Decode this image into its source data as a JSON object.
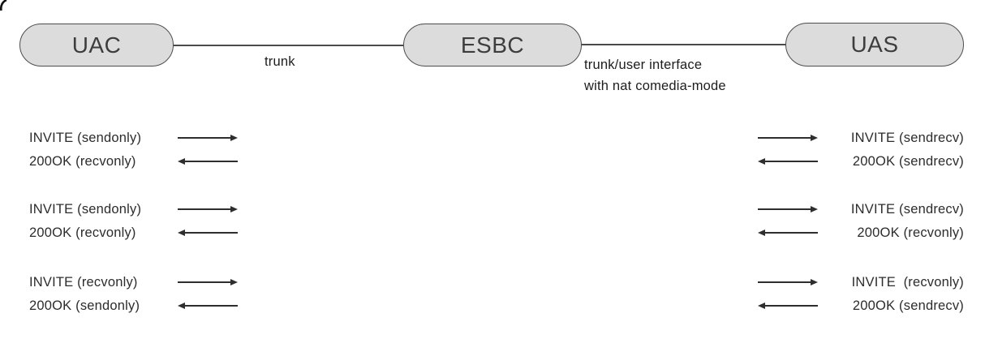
{
  "diagram": {
    "nodes": [
      {
        "id": "uac",
        "label": "UAC"
      },
      {
        "id": "esbc",
        "label": "ESBC"
      },
      {
        "id": "uas",
        "label": "UAS"
      }
    ],
    "links": [
      {
        "from": "UAC",
        "to": "ESBC",
        "label": "trunk"
      },
      {
        "from": "ESBC",
        "to": "UAS",
        "label_line1": "trunk/user interface",
        "label_line2": "with nat comedia-mode"
      }
    ],
    "left_messages": [
      {
        "label": "INVITE (sendonly)",
        "direction": "right"
      },
      {
        "label": "200OK (recvonly)",
        "direction": "left"
      },
      {
        "label": "INVITE (sendonly)",
        "direction": "right"
      },
      {
        "label": "200OK (recvonly)",
        "direction": "left"
      },
      {
        "label": "INVITE (recvonly)",
        "direction": "right"
      },
      {
        "label": "200OK (sendonly)",
        "direction": "left"
      }
    ],
    "right_messages": [
      {
        "label": "INVITE (sendrecv)",
        "direction": "right"
      },
      {
        "label": "200OK (sendrecv)",
        "direction": "left"
      },
      {
        "label": "INVITE (sendrecv)",
        "direction": "right"
      },
      {
        "label": "200OK (recvonly)",
        "direction": "left"
      },
      {
        "label": "INVITE  (recvonly)",
        "direction": "right"
      },
      {
        "label": "200OK (sendrecv)",
        "direction": "left"
      }
    ],
    "colors": {
      "node_fill": "#dcdcdc",
      "node_border": "#4d4d4d",
      "text": "#2c2c2c",
      "arrow": "#2e2e2e",
      "connector": "#4a4a4a"
    }
  }
}
